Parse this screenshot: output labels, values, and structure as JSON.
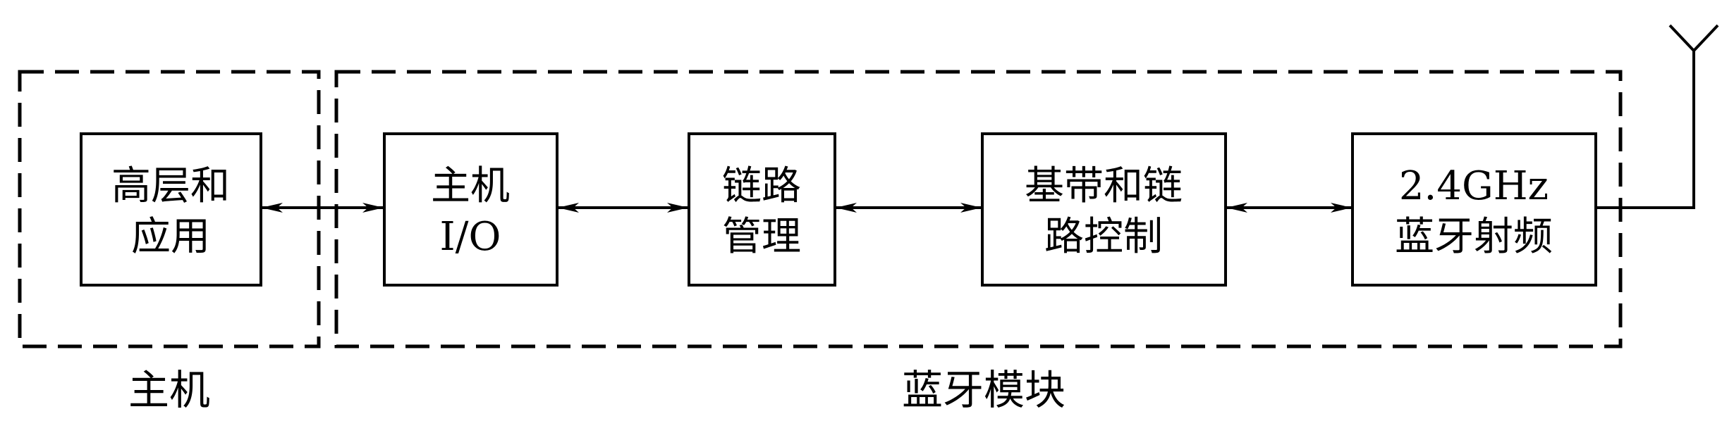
{
  "colors": {
    "stroke": "#000000",
    "background": "#ffffff"
  },
  "groups": {
    "host": {
      "label": "主机"
    },
    "bluetooth_module": {
      "label": "蓝牙模块"
    }
  },
  "blocks": {
    "app": {
      "line1": "高层和",
      "line2": "应用"
    },
    "host_io": {
      "line1": "主机",
      "line2": "I/O"
    },
    "link_mgmt": {
      "line1": "链路",
      "line2": "管理"
    },
    "baseband": {
      "line1": "基带和链",
      "line2": "路控制"
    },
    "radio": {
      "line1": "2.4GHz",
      "line2": "蓝牙射频"
    }
  },
  "icons": {
    "antenna": "antenna-icon"
  }
}
